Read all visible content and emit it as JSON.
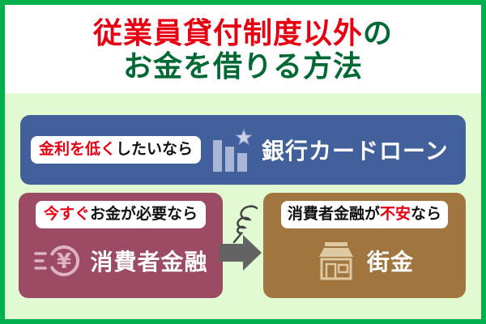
{
  "title": {
    "line1_red": "従業員貸付制度以外",
    "line1_suffix": "の",
    "line2": "お金を借りる方法"
  },
  "options": {
    "bank": {
      "condition_highlight": "金利を低く",
      "condition_rest": "したいなら",
      "name": "銀行カードローン",
      "icon": "bar-chart-star-icon",
      "color": "#42609c"
    },
    "consumer": {
      "condition_highlight": "今すぐ",
      "condition_rest": "お金が必要なら",
      "name": "消費者金融",
      "icon": "yen-coin-speed-icon",
      "color": "#9d4a64"
    },
    "machikin": {
      "condition_prefix": "消費者金融が",
      "condition_highlight": "不安",
      "condition_rest": "なら",
      "name": "街金",
      "icon": "storefront-icon",
      "color": "#a1753e"
    }
  },
  "connector": {
    "icons": [
      "tornado-doodle-icon",
      "right-arrow-icon"
    ],
    "arrow_direction": "right"
  },
  "currency_symbol": "¥",
  "colors": {
    "border_green": "#00b04e",
    "background_light_green": "#e1fad2",
    "title_red": "#e60012",
    "title_green": "#006934",
    "highlight_red": "#e60012",
    "bank_blue": "#42609c",
    "bank_icon_bars": "#a9b6d6",
    "bank_icon_star": "#cdd3e6",
    "consumer_maroon": "#9d4a64",
    "consumer_icon_pink": "#ddb2c2",
    "machikin_brown": "#a1753e",
    "machikin_icon_tan": "#dfc9a3",
    "arrow_gray": "#636363",
    "tornado_gray": "#444444"
  }
}
